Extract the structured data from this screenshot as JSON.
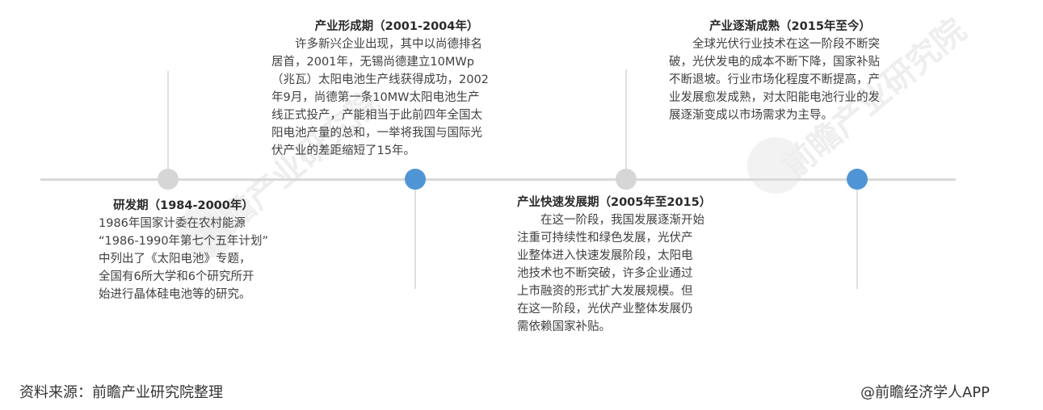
{
  "timeline": {
    "colors": {
      "line": "#d9d9d9",
      "node_gray": "#d6d6d6",
      "node_blue": "#4f95d6"
    },
    "stages": [
      {
        "title": "研发期（1984-2000年）",
        "body": "1986年国家计委在农村能源\n“1986-1990年第七个五年计划”\n中列出了《太阳电池》专题，\n全国有6所大学和6个研究所开\n始进行晶体硅电池等的研究。",
        "node_color": "gray",
        "position": "below"
      },
      {
        "title": "产业形成期（2001-2004年）",
        "body": "　　许多新兴企业出现，其中以尚德排名\n居首，2001年，无锡尚德建立10MWp\n（兆瓦）太阳电池生产线获得成功，2002\n年9月，尚德第一条10MW太阳电池生产\n线正式投产，产能相当于此前四年全国太\n阳电池产量的总和，一举将我国与国际光\n伏产业的差距缩短了15年。",
        "node_color": "blue",
        "position": "above"
      },
      {
        "title": "产业快速发展期（2005年至2015）",
        "body": "　　在这一阶段，我国发展逐渐开始\n注重可持续性和绿色发展，光伏产\n业整体进入快速发展阶段，太阳电\n池技术也不断突破，许多企业通过\n上市融资的形式扩大发展规模。但\n在这一阶段，光伏产业整体发展仍\n需依赖国家补贴。",
        "node_color": "gray",
        "position": "below"
      },
      {
        "title": "产业逐渐成熟（2015年至今）",
        "body": "　　全球光伏行业技术在这一阶段不断突\n破，光伏发电的成本不断下降，国家补贴\n不断退坡。行业市场化程度不断提高，产\n业发展愈发成熟，对太阳能电池行业的发\n展逐渐变成以市场需求为主导。",
        "node_color": "blue",
        "position": "above"
      }
    ]
  },
  "footer": {
    "source": "资料来源：前瞻产业研究院整理",
    "credit": "@前瞻经济学人APP"
  },
  "watermark": {
    "text": "前瞻产业研究院"
  }
}
